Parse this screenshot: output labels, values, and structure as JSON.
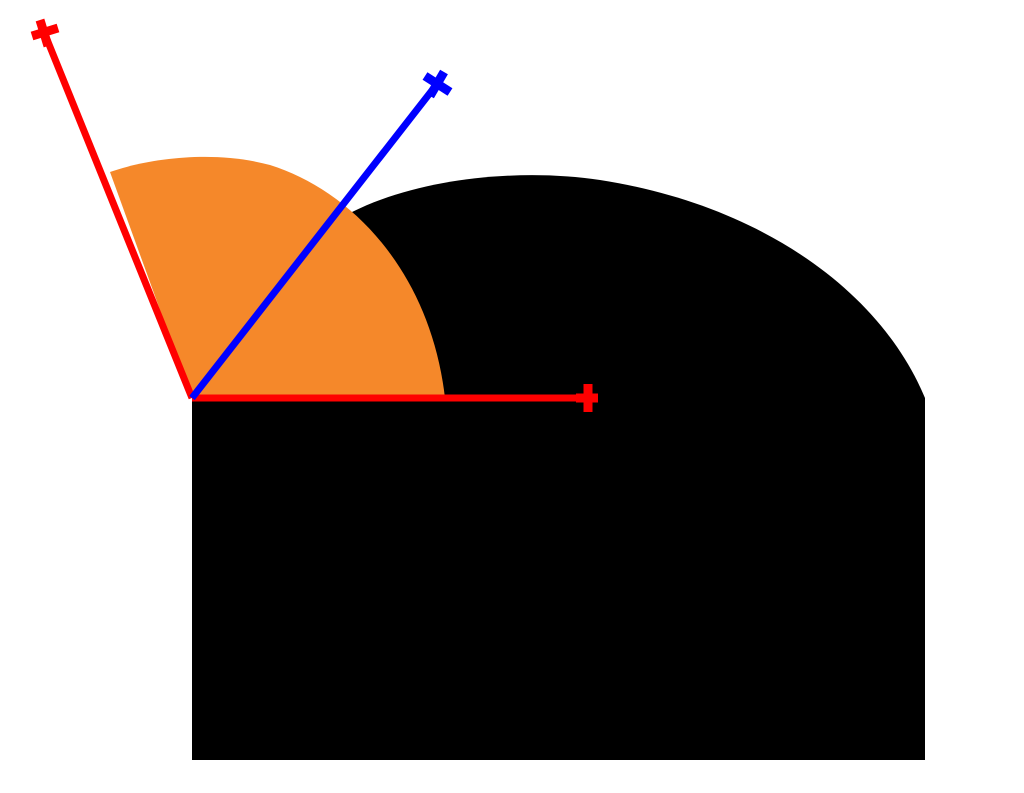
{
  "colors": {
    "background": "#ffffff",
    "shape_fill": "#000000",
    "sector_fill": "#f5882a",
    "axis_primary": "#ff0000",
    "axis_secondary": "#0000ff"
  },
  "diagram": {
    "elements": [
      "black-rounded-shape",
      "orange-sector",
      "red-horizontal-arrow",
      "red-tilted-arrow",
      "blue-bisector-arrow"
    ]
  }
}
